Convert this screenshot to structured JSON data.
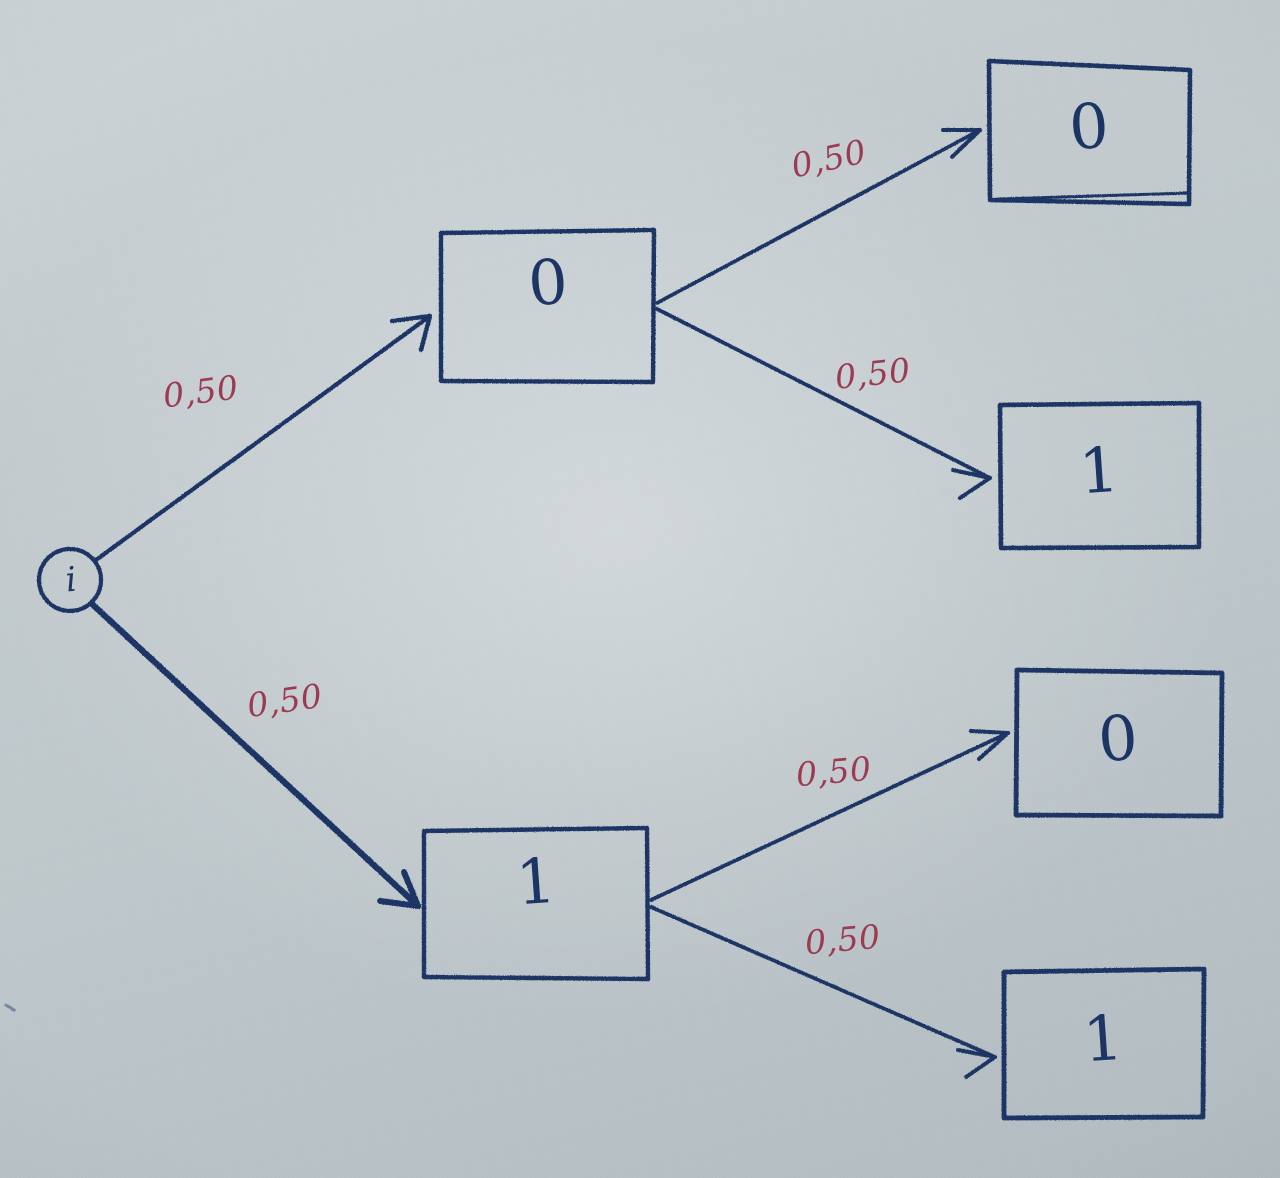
{
  "diagram": {
    "title": "probability-tree",
    "medium": "hand-drawn ink on paper",
    "ink_color": "#1d3565",
    "label_color": "#9c3a51",
    "paper_color": "#c2cacd",
    "root": {
      "label": "i",
      "icon": "circle-node"
    },
    "level1": [
      {
        "id": "n0",
        "label": "0"
      },
      {
        "id": "n1",
        "label": "1"
      }
    ],
    "leaves": [
      {
        "id": "l00",
        "label": "0"
      },
      {
        "id": "l01",
        "label": "1"
      },
      {
        "id": "l10",
        "label": "0"
      },
      {
        "id": "l11",
        "label": "1"
      }
    ],
    "edges": [
      {
        "id": "e-root-0",
        "from": "i",
        "to": "n0",
        "probability": "0,50"
      },
      {
        "id": "e-root-1",
        "from": "i",
        "to": "n1",
        "probability": "0,50"
      },
      {
        "id": "e-0-00",
        "from": "n0",
        "to": "l00",
        "probability": "0,50"
      },
      {
        "id": "e-0-01",
        "from": "n0",
        "to": "l01",
        "probability": "0,50"
      },
      {
        "id": "e-1-10",
        "from": "n1",
        "to": "l10",
        "probability": "0,50"
      },
      {
        "id": "e-1-11",
        "from": "n1",
        "to": "l11",
        "probability": "0,50"
      }
    ]
  }
}
